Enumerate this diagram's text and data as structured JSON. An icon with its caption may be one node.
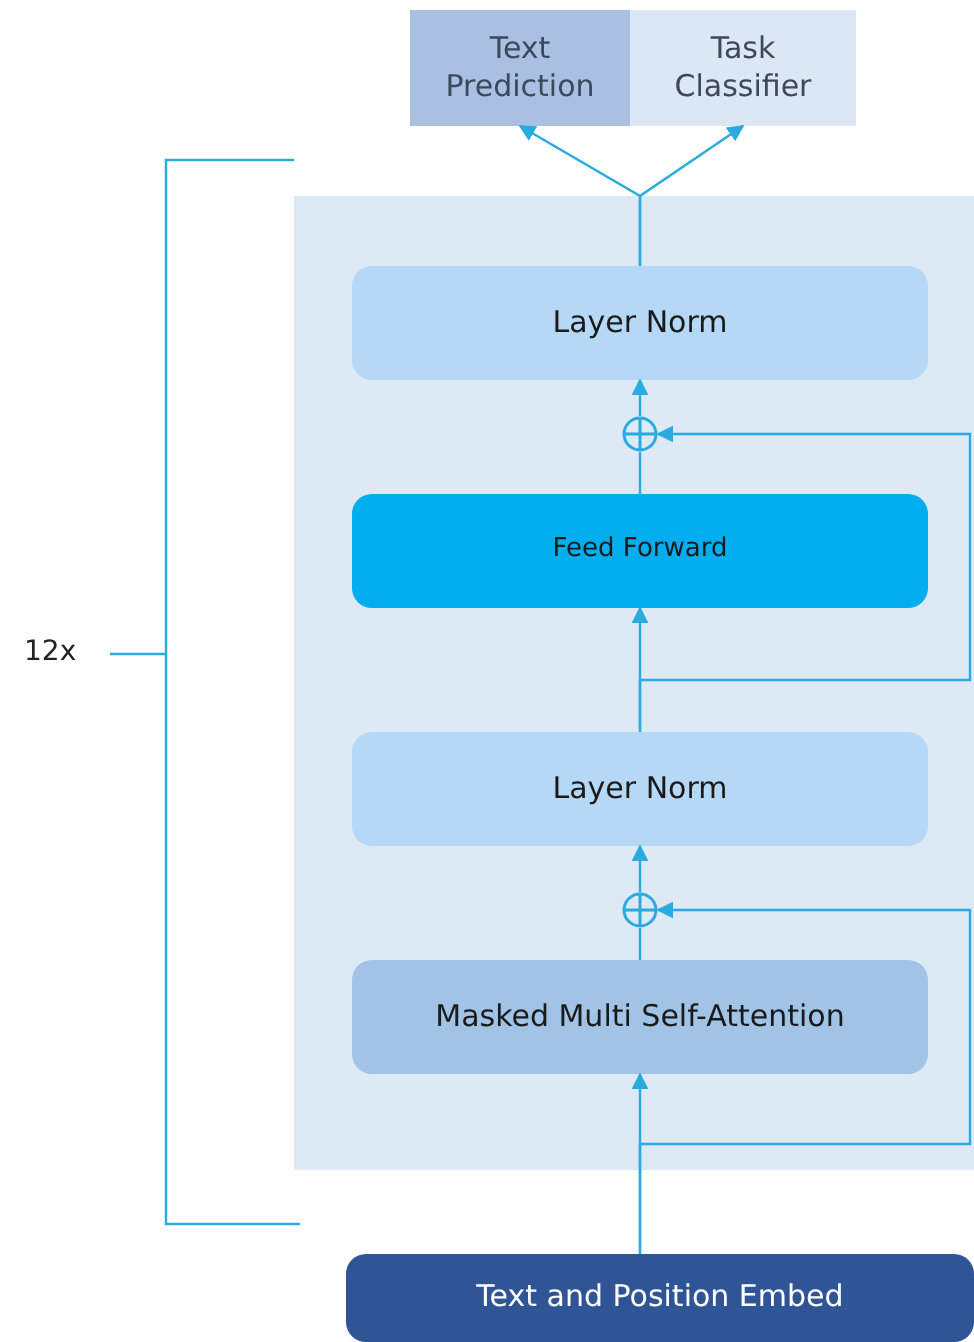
{
  "diagram": {
    "nodes": [
      {
        "text": [
          "Text Prediction"
        ]
      },
      {
        "text": [
          "Task Classifier"
        ]
      },
      {
        "text": [],
        "shape": "box"
      },
      {
        "text": [
          "Layer Norm"
        ],
        "in": 2
      },
      {
        "text": [],
        "shape": "circle",
        "in": 2
      },
      {
        "text": [
          "Feed Forward"
        ],
        "in": 2
      },
      {
        "text": [
          "Layer Norm"
        ],
        "in": 2
      },
      {
        "text": [],
        "shape": "circle",
        "in": 2
      },
      {
        "text": [
          "Masked Multi Self-Attention"
        ],
        "in": 2
      },
      {
        "text": [
          "Text and Position Embed"
        ]
      }
    ],
    "edges": [
      {
        "from": 3,
        "to": 0,
        "arrow": "to"
      },
      {
        "from": 3,
        "to": 1,
        "arrow": "to"
      },
      {
        "from": 5,
        "to": 4,
        "arrow": "none"
      },
      {
        "from": 4,
        "to": 3,
        "arrow": "to"
      },
      {
        "from": 6,
        "to": 5,
        "arrow": "to"
      },
      {
        "from": 6,
        "to": 4,
        "arrow": "to"
      },
      {
        "from": 8,
        "to": 7,
        "arrow": "none"
      },
      {
        "from": 7,
        "to": 6,
        "arrow": "to"
      },
      {
        "from": 9,
        "to": 8,
        "arrow": "to"
      },
      {
        "from": 9,
        "to": 7,
        "arrow": "to"
      }
    ],
    "labels": [
      "12x"
    ]
  }
}
